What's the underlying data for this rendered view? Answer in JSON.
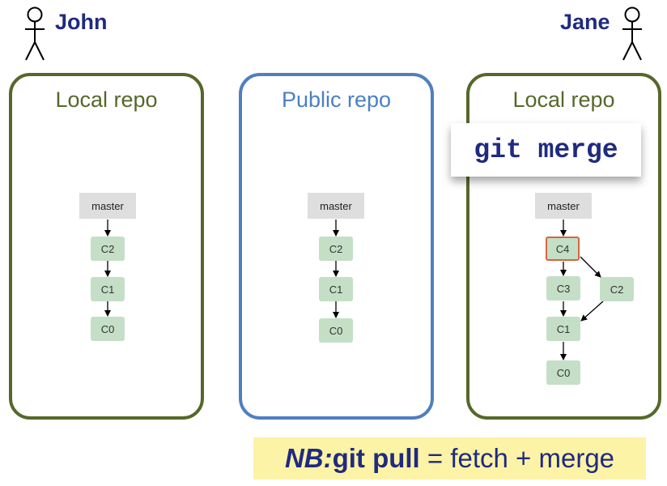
{
  "people": {
    "left": "John",
    "right": "Jane"
  },
  "repos": {
    "john": {
      "title": "Local repo",
      "branch": "master",
      "commits": [
        "C2",
        "C1",
        "C0"
      ]
    },
    "public": {
      "title": "Public repo",
      "branch": "master",
      "commits": [
        "C2",
        "C1",
        "C0"
      ]
    },
    "jane": {
      "title": "Local repo",
      "branch": "master",
      "commits": [
        "C4",
        "C3",
        "C2",
        "C1",
        "C0"
      ]
    }
  },
  "command": "git merge",
  "note": {
    "label": "NB:",
    "command": "git pull",
    "rest": " = fetch + merge"
  },
  "colors": {
    "local_border": "#55682a",
    "public_border": "#4f7fc0",
    "commit_fill": "#c4dfc6",
    "branch_fill": "#dedede",
    "highlight": "#d8643e",
    "note_fill": "#fdf3a6",
    "name_text": "#1f2a80"
  },
  "icons": {
    "person": "stick-figure-icon"
  }
}
